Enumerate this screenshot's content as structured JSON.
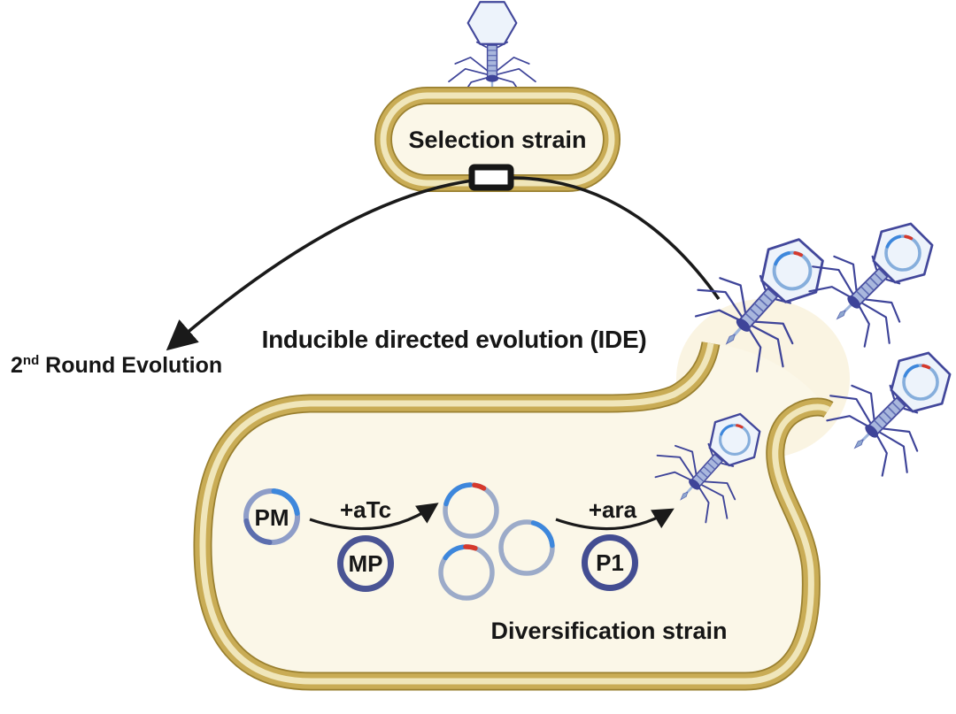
{
  "figure": {
    "title": "Inducible directed evolution  (IDE)",
    "second_round": {
      "prefix": "2",
      "superscript": "nd",
      "rest": " Round Evolution"
    },
    "selection_cell": {
      "label": "Selection strain"
    },
    "diversification_cell": {
      "label": "Diversification strain"
    },
    "plasmids": {
      "pm": "PM",
      "mp": "MP",
      "p1": "P1"
    },
    "inducers": {
      "atc": "+aTc",
      "ara": "+ara"
    },
    "icons": {
      "phage": "bacteriophage-icon",
      "plasmid": "plasmid-icon",
      "receptor": "receptor-gene-marker"
    },
    "colors": {
      "membrane_gold": "#C9AC55",
      "membrane_edge": "#9A8030",
      "membrane_stripe": "#F0E6BA",
      "cytoplasm": "#FBF7E8",
      "phage_outline": "#42479B",
      "phage_head_fill": "#EDF3FB",
      "phage_tail": "#A9B7DD",
      "plasmid_ring_light": "#8E9DC8",
      "plasmid_ring_dark": "#4A5494",
      "dna_blue": "#3D87DC",
      "mutation_red": "#D6392C",
      "arrow": "#1A1A1A"
    }
  }
}
